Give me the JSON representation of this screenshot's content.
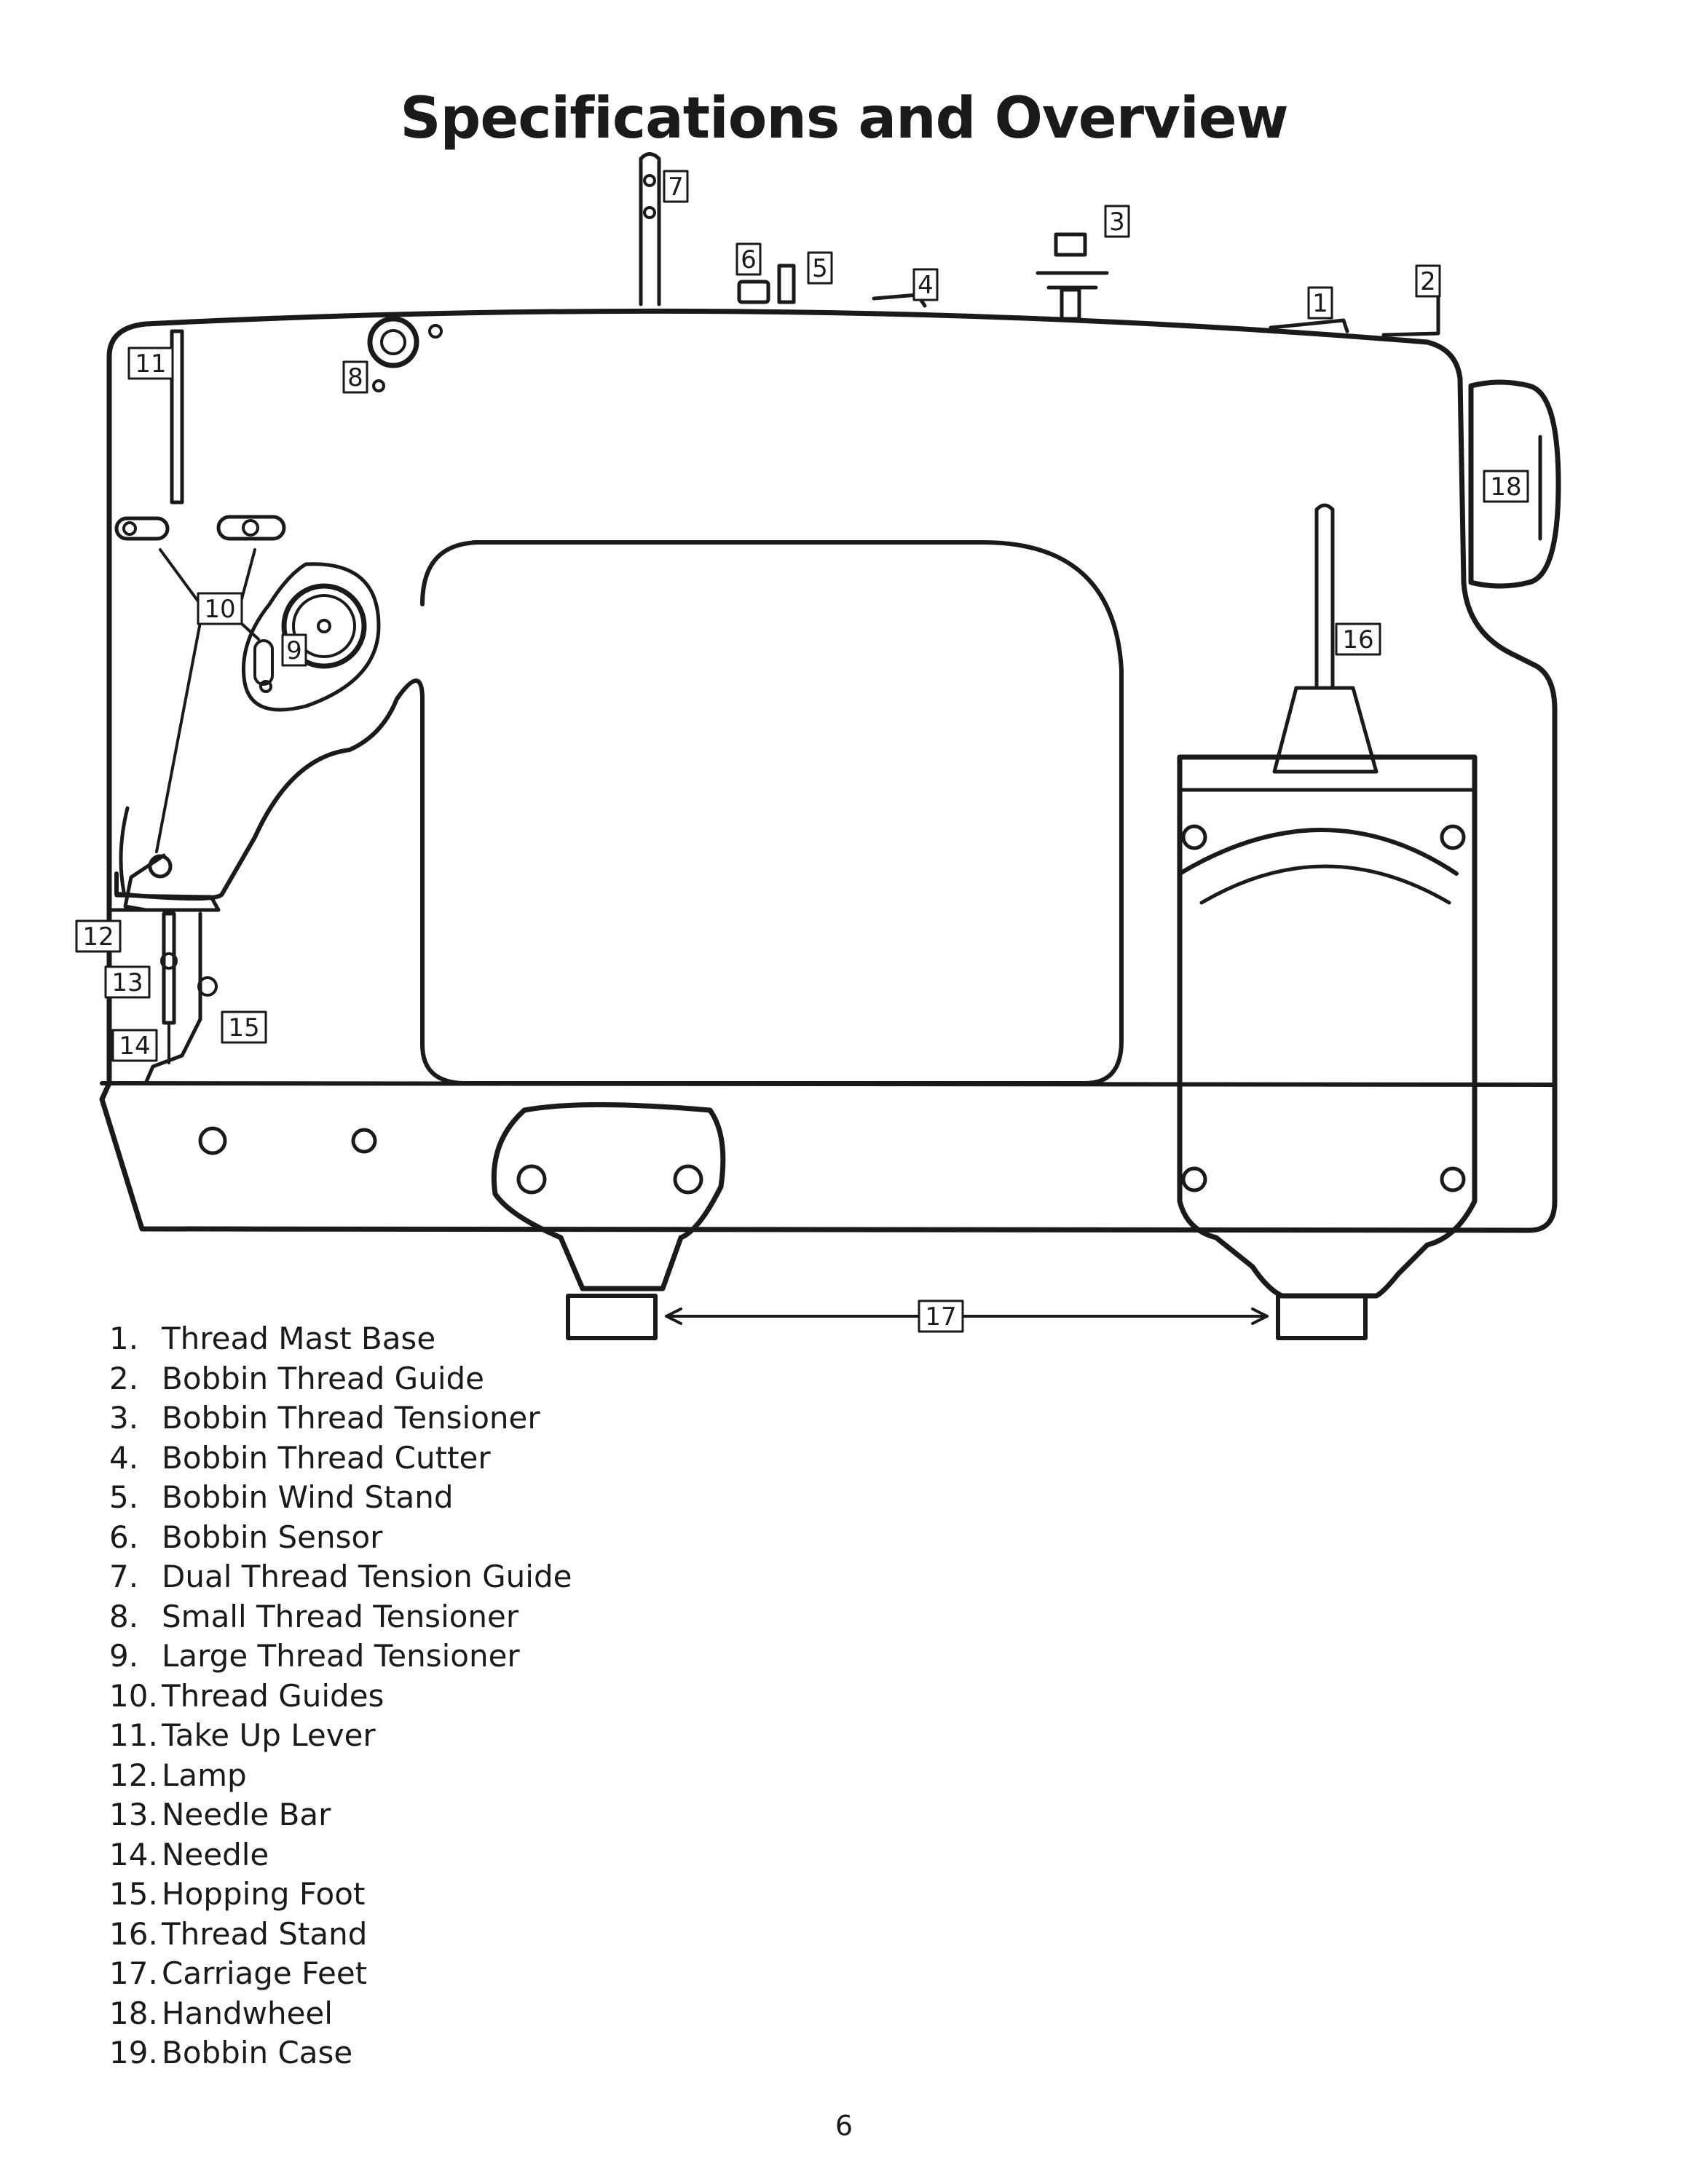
{
  "title": "Specifications and Overview",
  "callouts": [
    "1",
    "2",
    "3",
    "4",
    "5",
    "6",
    "7",
    "8",
    "9",
    "10",
    "11",
    "12",
    "13",
    "14",
    "15",
    "16",
    "17",
    "18"
  ],
  "parts": [
    {
      "num": "1.",
      "label": "Thread Mast Base"
    },
    {
      "num": "2.",
      "label": "Bobbin Thread Guide"
    },
    {
      "num": "3.",
      "label": "Bobbin Thread Tensioner"
    },
    {
      "num": "4.",
      "label": "Bobbin Thread Cutter"
    },
    {
      "num": "5.",
      "label": "Bobbin Wind Stand"
    },
    {
      "num": "6.",
      "label": "Bobbin Sensor"
    },
    {
      "num": "7.",
      "label": "Dual Thread Tension Guide"
    },
    {
      "num": "8.",
      "label": "Small Thread Tensioner"
    },
    {
      "num": "9.",
      "label": "Large Thread Tensioner"
    },
    {
      "num": "10.",
      "label": "Thread Guides"
    },
    {
      "num": "11.",
      "label": "Take Up Lever"
    },
    {
      "num": "12.",
      "label": "Lamp"
    },
    {
      "num": "13.",
      "label": "Needle Bar"
    },
    {
      "num": "14.",
      "label": "Needle"
    },
    {
      "num": "15.",
      "label": "Hopping Foot"
    },
    {
      "num": "16.",
      "label": "Thread Stand"
    },
    {
      "num": "17.",
      "label": "Carriage Feet"
    },
    {
      "num": "18.",
      "label": "Handwheel"
    },
    {
      "num": "19.",
      "label": "Bobbin Case"
    }
  ],
  "page_number": "6"
}
